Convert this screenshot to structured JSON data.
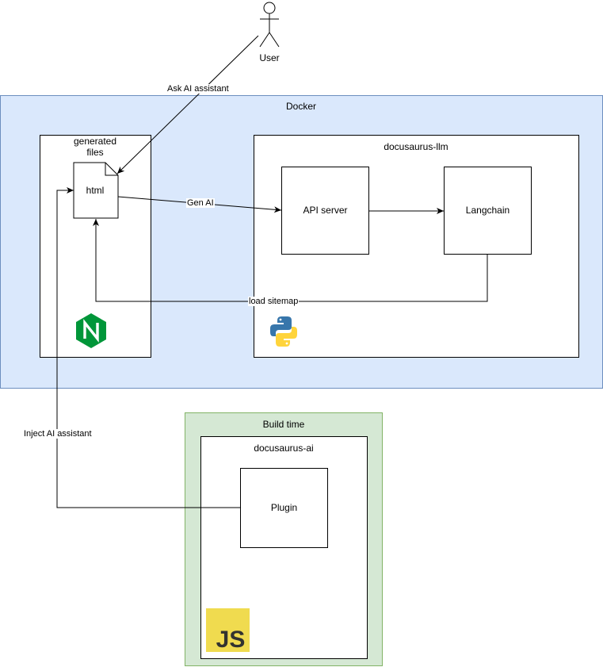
{
  "actors": {
    "user": {
      "label": "User"
    }
  },
  "containers": {
    "docker": {
      "label": "Docker",
      "fill": "#dae8fc",
      "stroke": "#6c8ebf"
    },
    "generated_files": {
      "label": "generated\nfiles"
    },
    "docusaurus_llm": {
      "label": "docusaurus-llm"
    },
    "build_time": {
      "label": "Build time",
      "fill": "#d5e8d4",
      "stroke": "#82b366"
    },
    "docusaurus_ai": {
      "label": "docusaurus-ai"
    }
  },
  "nodes": {
    "html_file": {
      "label": "html"
    },
    "api_server": {
      "label": "API server"
    },
    "langchain": {
      "label": "Langchain"
    },
    "plugin": {
      "label": "Plugin"
    }
  },
  "edges": {
    "ask_ai": {
      "label": "Ask AI assistant"
    },
    "gen_ai": {
      "label": "Gen AI"
    },
    "load_sitemap": {
      "label": "load sitemap"
    },
    "inject_ai": {
      "label": "Inject AI assistant"
    }
  },
  "icons": {
    "nginx": {
      "name": "nginx-icon",
      "letter": "N",
      "color": "#009639"
    },
    "python": {
      "name": "python-icon",
      "blue": "#3776ab",
      "yellow": "#ffd43b"
    },
    "javascript": {
      "name": "javascript-icon",
      "text": "JS",
      "bg": "#f0db4f",
      "fg": "#323330"
    }
  }
}
